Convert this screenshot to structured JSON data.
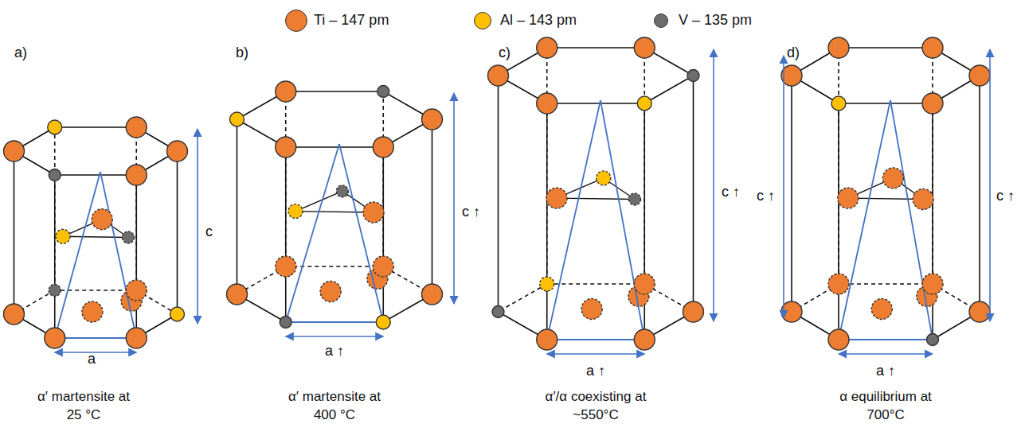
{
  "diagram": {
    "labels": [
      "a)",
      "b)",
      "c)",
      "d)",
      "c",
      "a",
      "c ↑",
      "a ↑",
      "c ↑",
      "a ↑",
      "c ↑",
      "c ↑",
      "a ↑",
      "α′ martensite at 25 °C",
      "α′ martensite at 400 °C",
      "α′/α coexisting at ~550°C",
      "α equilibrium at 700°C"
    ],
    "legend": [
      {
        "text": "Ti – 147 pm",
        "color": "#ed7d31"
      },
      {
        "text": "Al – 143 pm",
        "color": "#ffc000"
      },
      {
        "text": "V – 135 pm",
        "color": "#6d6d6d"
      }
    ]
  }
}
